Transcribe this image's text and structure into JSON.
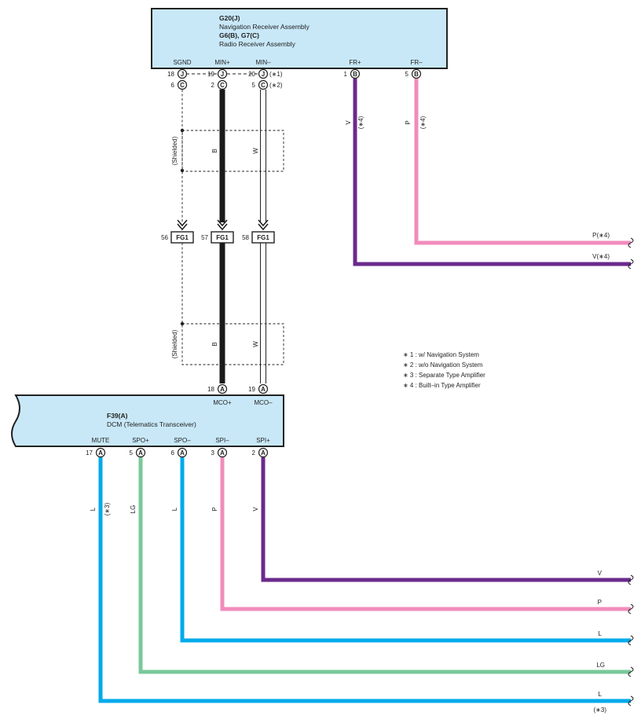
{
  "units": {
    "top": {
      "line1": "G20(J)",
      "line2": "Navigation Receiver Assembly",
      "line3": "G6(B), G7(C)",
      "line4": "Radio Receiver Assembly",
      "terminals": [
        "SGND",
        "MIN+",
        "MIN–",
        "FR+",
        "FR–"
      ]
    },
    "bottom": {
      "line1": "F39(A)",
      "line2": "DCM (Telematics Transceiver)",
      "top_terminals": [
        "MCO+",
        "MCO–"
      ],
      "bottom_terminals": [
        "MUTE",
        "SPO+",
        "SPO–",
        "SPI–",
        "SPI+"
      ]
    }
  },
  "pins": {
    "top_row_j": [
      "18",
      "19",
      "20"
    ],
    "top_row_c": [
      "6",
      "2",
      "5"
    ],
    "fr": [
      "1",
      "5"
    ],
    "connector_letters": {
      "J": "J",
      "C": "C",
      "B": "B",
      "A": "A"
    },
    "fg": [
      "56",
      "57",
      "58"
    ],
    "fg_label": "FG1",
    "mco": [
      "18",
      "19"
    ],
    "dcm_bottom": [
      "17",
      "5",
      "6",
      "3",
      "2"
    ],
    "variant_marks": [
      "(∗1)",
      "(∗2)"
    ]
  },
  "wire_labels": {
    "shielded": "(Shielded)",
    "b": "B",
    "w": "W",
    "v": "V",
    "p": "P",
    "l": "L",
    "lg": "LG",
    "note4": "(∗4)",
    "note3": "(∗3)",
    "p_right": "P(∗4)",
    "v_right": "V(∗4)"
  },
  "notes": [
    "∗ 1 : w/ Navigation System",
    "∗ 2 : w/o Navigation System",
    "∗ 3 : Separate Type Amplifier",
    "∗ 4 : Built–in Type Amplifier"
  ],
  "colors": {
    "unit_fill": "#c8e8f8",
    "violet": "#6a2a8c",
    "pink": "#f08cbc",
    "blue": "#00aaea",
    "light_green": "#7ac89a",
    "black": "#1a1a1a"
  }
}
